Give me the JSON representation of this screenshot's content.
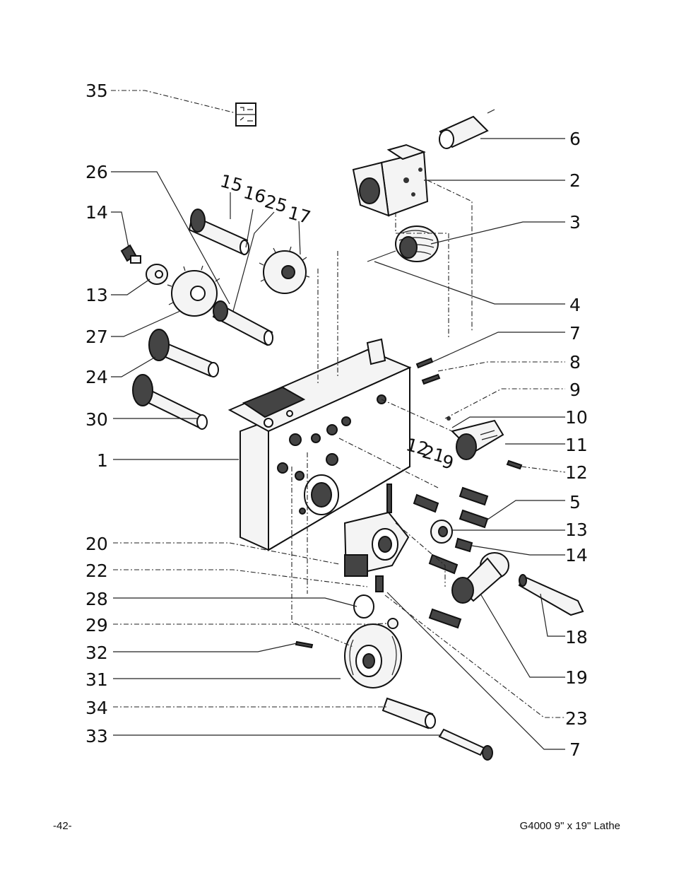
{
  "document": {
    "page_number": "-42-",
    "manual_title": "G4000 9\" x 19\" Lathe"
  },
  "diagram": {
    "left_labels": [
      "35",
      "26",
      "14",
      "13",
      "27",
      "24",
      "30",
      "1",
      "20",
      "22",
      "28",
      "29",
      "32",
      "31",
      "34",
      "33"
    ],
    "top_labels": [
      "15",
      "16",
      "25",
      "17"
    ],
    "mid_labels": [
      "12",
      "21",
      "9"
    ],
    "right_labels": [
      "6",
      "2",
      "3",
      "4",
      "7",
      "8",
      "9",
      "10",
      "11",
      "12",
      "5",
      "13",
      "14",
      "18",
      "19",
      "23",
      "7"
    ]
  }
}
